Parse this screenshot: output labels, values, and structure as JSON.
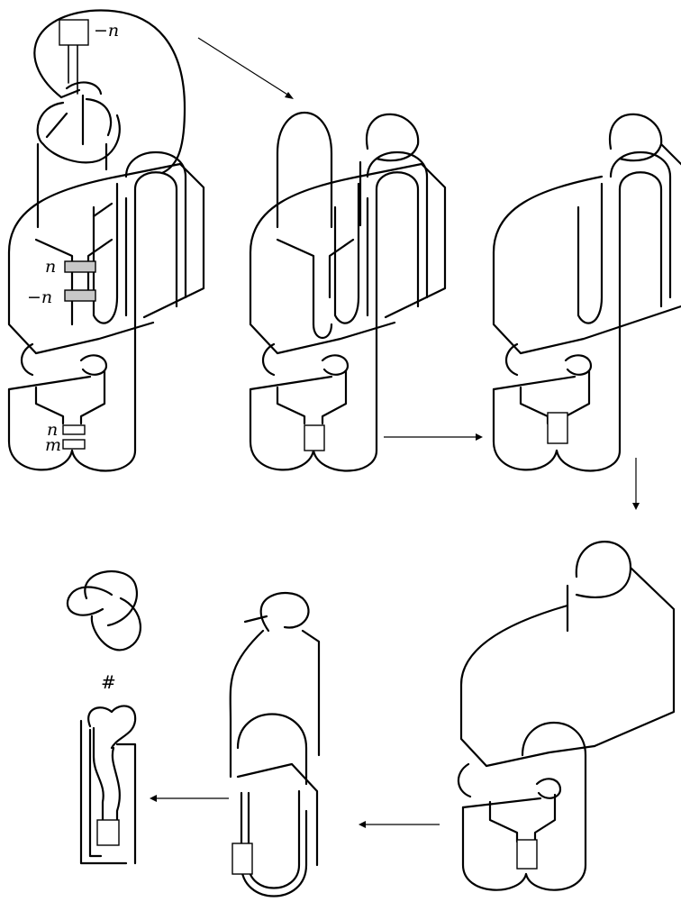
{
  "labels": {
    "top_twist": "−n",
    "left_twist_upper": "n",
    "left_twist_lower": "−n",
    "bottom_twist_n": "n",
    "bottom_twist_m": "m",
    "connected_sum": "#"
  }
}
